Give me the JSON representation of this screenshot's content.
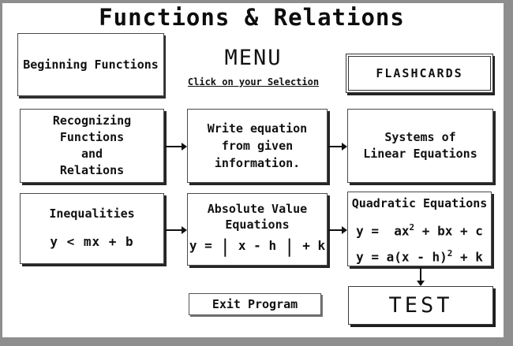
{
  "title": "Functions & Relations",
  "menu": {
    "heading": "MENU",
    "subheading": "Click on your Selection"
  },
  "boxes": {
    "beginning": {
      "label": "Beginning Functions"
    },
    "flashcards": {
      "label": "FLASHCARDS"
    },
    "recognizing": {
      "lines": [
        "Recognizing",
        "Functions",
        "and",
        "Relations"
      ]
    },
    "write_equation": {
      "lines": [
        "Write equation",
        "from given",
        "information."
      ]
    },
    "systems": {
      "lines": [
        "Systems of",
        "Linear Equations"
      ]
    },
    "inequalities": {
      "title": "Inequalities",
      "equation": "y < mx + b"
    },
    "absolute_value": {
      "line1": "Absolute Value",
      "line2": "Equations",
      "eq_pre": "y = ",
      "eq_bar1": "|",
      "eq_mid": " x - h ",
      "eq_bar2": "|",
      "eq_post": " + k"
    },
    "quadratic": {
      "title": "Quadratic Equations",
      "eq1_base": "y =  ax",
      "eq1_exp": "2",
      "eq1_rest": " + bx + c",
      "eq2_base": "y = a(x - h)",
      "eq2_exp": "2",
      "eq2_rest": " + k"
    },
    "exit": {
      "label": "Exit Program"
    },
    "test": {
      "label": "TEST"
    }
  },
  "colors": {
    "background": "#ffffff",
    "frame": "#8e8e8e",
    "box_border": "#4a4a4a",
    "box_shadow": "#262626",
    "text": "#111111"
  }
}
